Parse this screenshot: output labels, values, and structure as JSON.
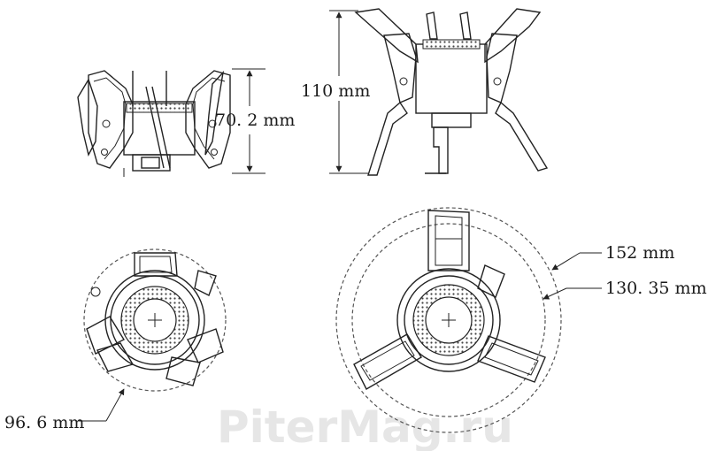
{
  "dimensions": {
    "folded_height": "70. 2 mm",
    "unfolded_height": "110 mm",
    "folded_diameter": "96. 6 mm",
    "outer_diameter": "152 mm",
    "inner_diameter": "130. 35 mm"
  },
  "watermark": "PiterMag.ru",
  "colors": {
    "line": "#222222",
    "watermark": "#e6e6e6"
  }
}
